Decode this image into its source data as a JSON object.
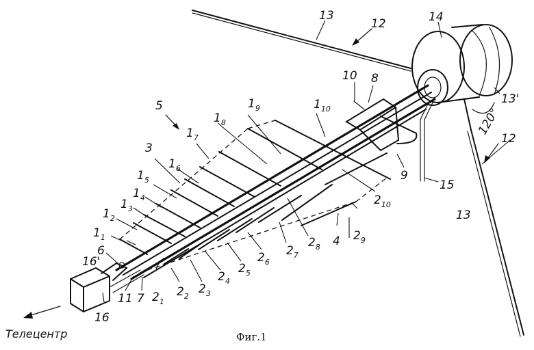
{
  "caption": "Фиг.1",
  "direction_label": "Телецентр",
  "labels": {
    "n1": "1",
    "n2": "2",
    "n3": "3",
    "n4": "4",
    "n5": "5",
    "n6": "6",
    "n7": "7",
    "n8": "8",
    "n9": "9",
    "n10": "10",
    "n11": "11",
    "n12": "12",
    "n13": "13",
    "n14": "14",
    "n15": "15",
    "n16": "16",
    "n16p": "16'",
    "n13p": "13'",
    "angle": "120°"
  },
  "subscripts": {
    "s1": "1",
    "s2": "2",
    "s3": "3",
    "s4": "4",
    "s5": "5",
    "s6": "6",
    "s7": "7",
    "s8": "8",
    "s9": "9",
    "s10": "10"
  }
}
